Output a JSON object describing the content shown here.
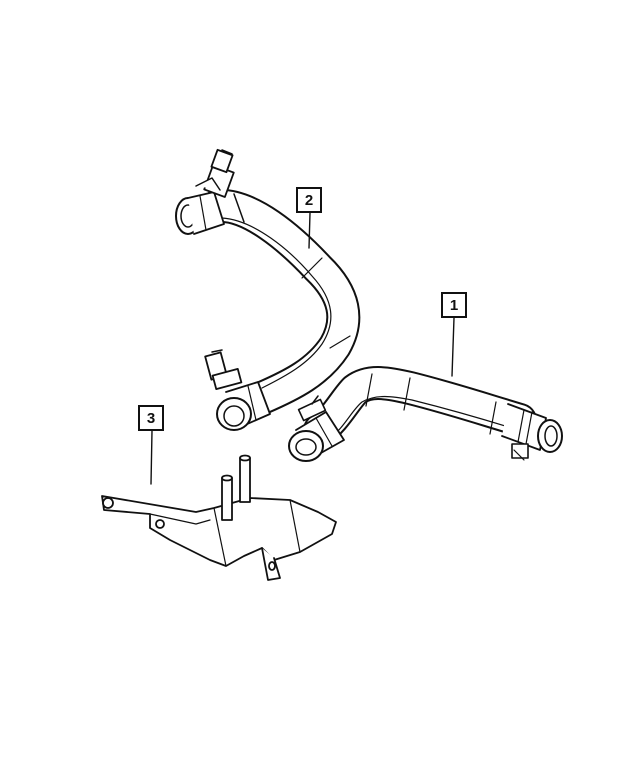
{
  "callouts": {
    "part1": "1",
    "part2": "2",
    "part3": "3"
  },
  "colors": {
    "line": "#111111",
    "background": "#ffffff"
  }
}
